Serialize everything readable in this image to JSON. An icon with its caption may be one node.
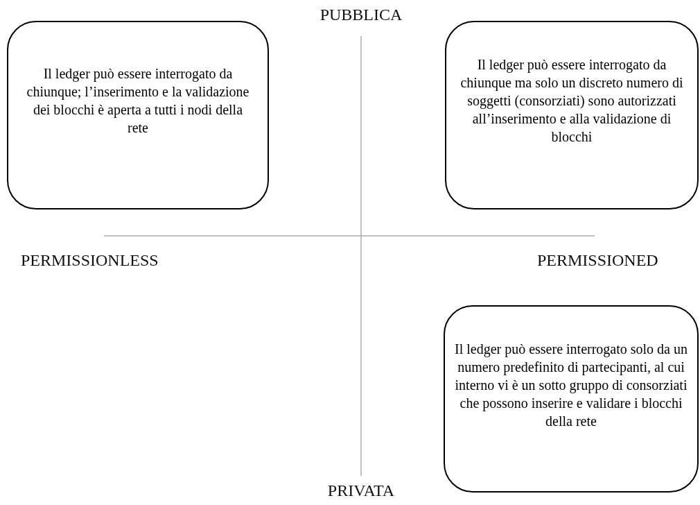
{
  "diagram": {
    "nodes": [
      {
        "text": [
          "Il ledger può essere interrogato da chiunque; l’inserimento e la validazione dei blocchi è aperta a tutti i nodi della rete"
        ]
      },
      {
        "text": [
          "Il ledger può essere interrogato da chiunque ma solo un discreto numero di soggetti (consorziati) sono autorizzati all’inserimento e alla validazione di blocchi"
        ]
      },
      {
        "text": [
          "Il ledger può essere interrogato solo da un numero predefinito di partecipanti, al cui interno vi è un sotto gruppo di consorziati che possono inserire e validare i blocchi della rete"
        ]
      }
    ],
    "labels": [
      "PUBBLICA",
      "PERMISSIONLESS",
      "PERMISSIONED",
      "PRIVATA"
    ]
  }
}
